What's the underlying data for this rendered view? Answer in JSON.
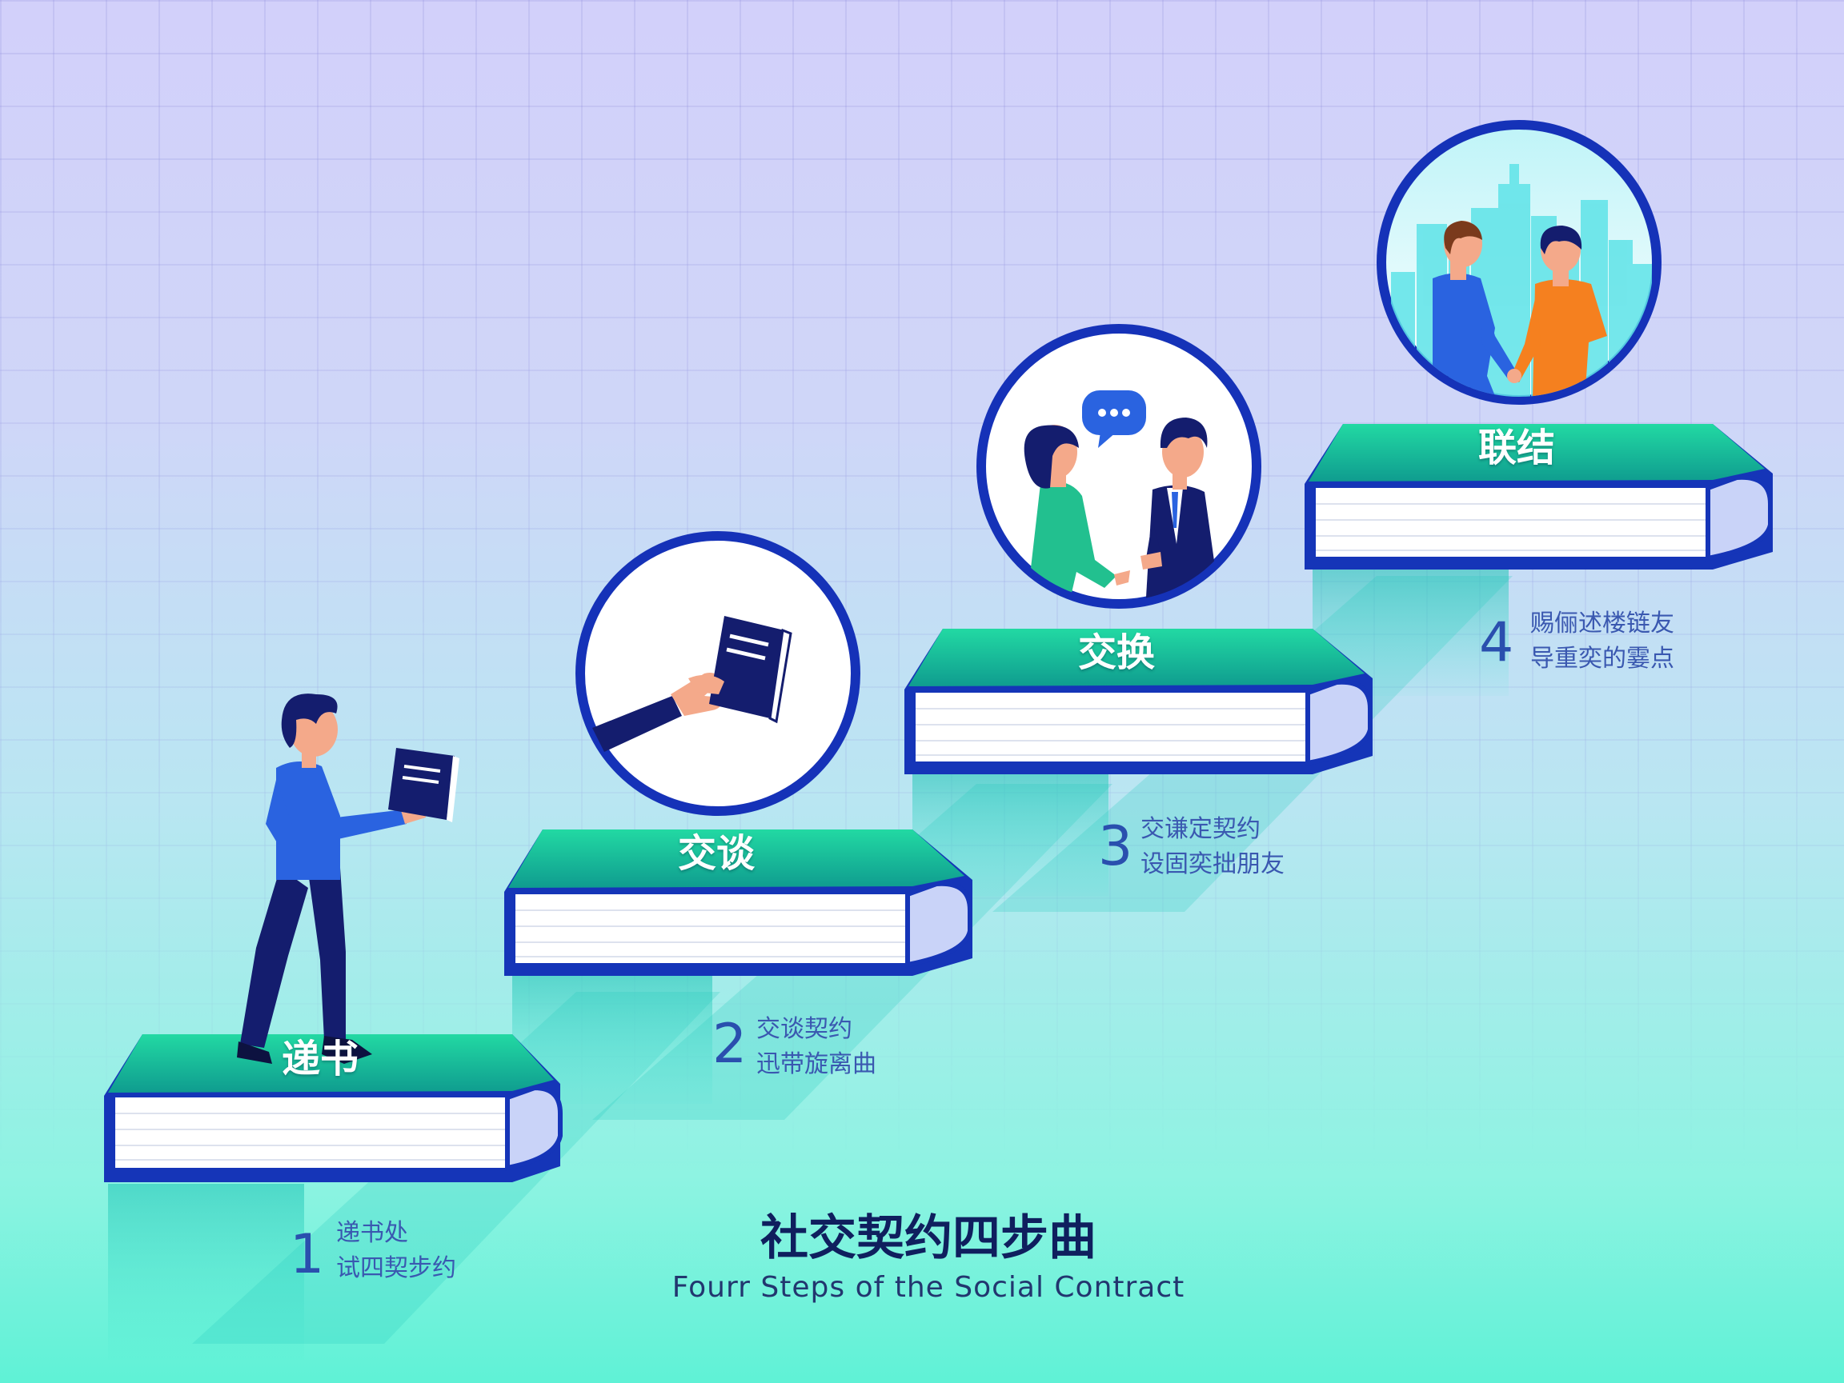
{
  "title": "社交契约四步曲",
  "subtitle": "Fourr Steps of the Social Contract",
  "colors": {
    "book_cover_top": "#1fcf9a",
    "book_cover_edge": "#1535b8",
    "pages": "#ffffff",
    "circle_border": "#1532b8",
    "navy": "#141d6e",
    "accent_blue": "#2a63e0",
    "accent_orange": "#f5801f"
  },
  "steps": [
    {
      "number": "1",
      "title": "递书",
      "desc_line1": "递书处",
      "desc_line2": "试四契步约",
      "icon": "person-holding-book-icon"
    },
    {
      "number": "2",
      "title": "交谈",
      "desc_line1": "交谈契约",
      "desc_line2": "迅带旋离曲",
      "icon": "hand-offering-book-icon"
    },
    {
      "number": "3",
      "title": "交换",
      "desc_line1": "交谦定契约",
      "desc_line2": "设固奕拙朋友",
      "icon": "two-people-talking-icon"
    },
    {
      "number": "4",
      "title": "联结",
      "desc_line1": "赐俪述楼链友",
      "desc_line2": "导重奕的霎点",
      "icon": "friends-city-skyline-icon"
    }
  ]
}
